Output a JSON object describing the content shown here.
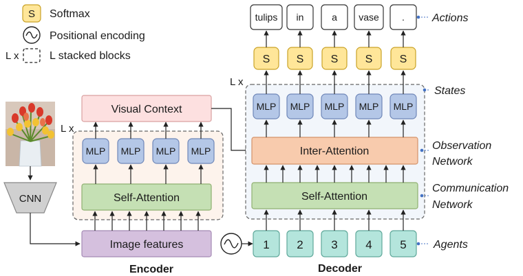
{
  "legend": {
    "softmax_symbol": "S",
    "softmax_label": "Softmax",
    "positional_label": "Positional encoding",
    "stacked_prefix": "L x",
    "stacked_label": "L stacked blocks"
  },
  "encoder": {
    "caption": "Encoder",
    "cnn_label": "CNN",
    "image_features_label": "Image features",
    "self_attention_label": "Self-Attention",
    "mlp_labels": [
      "MLP",
      "MLP",
      "MLP",
      "MLP"
    ],
    "visual_context_label": "Visual Context",
    "stack_label": "L x"
  },
  "decoder": {
    "caption": "Decoder",
    "self_attention_label": "Self-Attention",
    "inter_attention_label": "Inter-Attention",
    "mlp_labels": [
      "MLP",
      "MLP",
      "MLP",
      "MLP",
      "MLP"
    ],
    "softmax_labels": [
      "S",
      "S",
      "S",
      "S",
      "S"
    ],
    "actions": [
      "tulips",
      "in",
      "a",
      "vase",
      "."
    ],
    "agents": [
      "1",
      "2",
      "3",
      "4",
      "5"
    ],
    "stack_label": "L x"
  },
  "annotations": {
    "actions": "Actions",
    "states": "States",
    "observation_line1": "Observation",
    "observation_line2": "Network",
    "communication_line1": "Communication",
    "communication_line2": "Network",
    "agents": "Agents"
  },
  "colors": {
    "softmax_fill": "#ffe699",
    "softmax_stroke": "#c9a227",
    "mlp_fill": "#b4c7e7",
    "mlp_stroke": "#6f87b8",
    "self_attention_fill": "#c5e0b4",
    "self_attention_stroke": "#8fb070",
    "inter_attention_fill": "#f8cbad",
    "inter_attention_stroke": "#d4926a",
    "visual_context_fill": "#fde0e0",
    "visual_context_stroke": "#d9a0a0",
    "image_features_fill": "#d5c0de",
    "image_features_stroke": "#a58ab5",
    "agent_fill": "#b4e5dc",
    "agent_stroke": "#5fa89a",
    "cnn_fill": "#d0d0d0",
    "encoder_stack_fill": "#fdf3ec",
    "decoder_stack_fill": "#f2f6fb",
    "annotation_dot": "#4472c4"
  }
}
